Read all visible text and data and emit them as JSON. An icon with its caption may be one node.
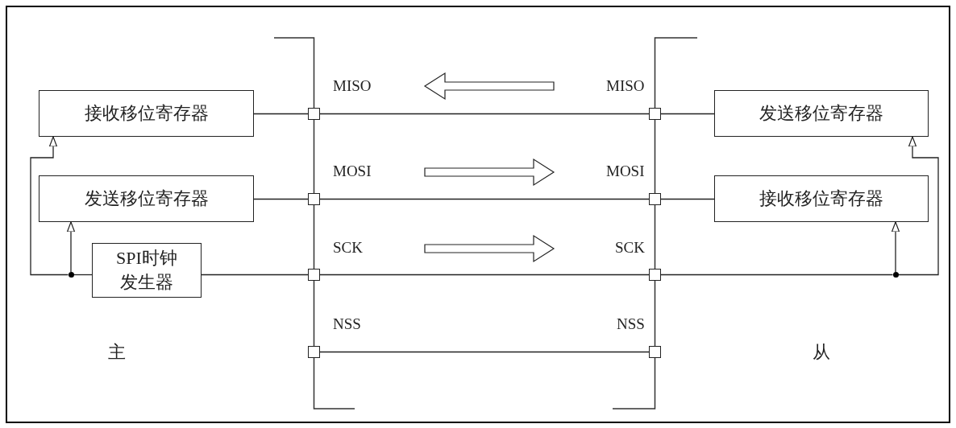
{
  "diagram": {
    "nodes": [
      {
        "text": [
          "接收移位寄存器"
        ]
      },
      {
        "text": [
          "发送移位寄存器"
        ]
      },
      {
        "text": [
          "SPI时钟发生器"
        ]
      },
      {
        "text": [
          "发送移位寄存器"
        ]
      },
      {
        "text": [
          "接收移位寄存器"
        ]
      },
      {
        "text": [],
        "shape": "box"
      },
      {
        "text": [],
        "shape": "box"
      },
      {
        "text": [],
        "shape": "box"
      },
      {
        "text": [],
        "shape": "box"
      },
      {
        "text": [],
        "shape": "box"
      },
      {
        "text": [],
        "shape": "box"
      },
      {
        "text": [],
        "shape": "box"
      },
      {
        "text": [],
        "shape": "box"
      },
      {
        "text": [],
        "shape": "circle"
      },
      {
        "text": [],
        "shape": "circle"
      }
    ],
    "edges": [
      {
        "from": 0,
        "to": 5,
        "arrow": "none"
      },
      {
        "from": 5,
        "to": 9,
        "arrow": "none"
      },
      {
        "from": 9,
        "to": 3,
        "arrow": "none"
      },
      {
        "from": 1,
        "to": 6,
        "arrow": "none"
      },
      {
        "from": 6,
        "to": 10,
        "arrow": "none"
      },
      {
        "from": 10,
        "to": 4,
        "arrow": "none"
      },
      {
        "from": 13,
        "to": 2,
        "arrow": "none"
      },
      {
        "from": 2,
        "to": 7,
        "arrow": "none"
      },
      {
        "from": 7,
        "to": 11,
        "arrow": "none"
      },
      {
        "from": 11,
        "to": 14,
        "arrow": "none"
      },
      {
        "from": 13,
        "to": 1,
        "arrow": "to"
      },
      {
        "from": 13,
        "to": 0,
        "arrow": "to"
      },
      {
        "from": 14,
        "to": 4,
        "arrow": "to"
      },
      {
        "from": 14,
        "to": 3,
        "arrow": "to"
      },
      {
        "from": 8,
        "to": 12,
        "arrow": "none"
      }
    ],
    "labels": [
      "MISO",
      "MISO",
      "MOSI",
      "MOSI",
      "SCK",
      "SCK",
      "NSS",
      "NSS",
      "主",
      "从"
    ]
  }
}
